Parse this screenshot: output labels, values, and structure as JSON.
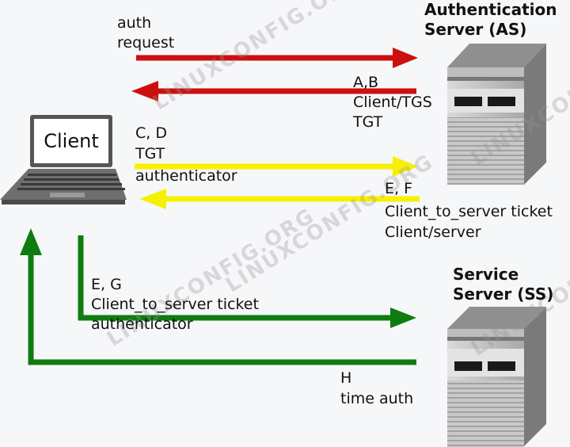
{
  "colors": {
    "red": "#cc1010",
    "yellow": "#f6f100",
    "green": "#0e7c0e"
  },
  "servers": {
    "as_title_line1": "Authentication",
    "as_title_line2": "Server (AS)",
    "ss_title_line1": "Service",
    "ss_title_line2": "Server (SS)"
  },
  "client": {
    "label": "Client"
  },
  "messages": {
    "auth_request": {
      "line1": "auth",
      "line2": "request"
    },
    "ab": {
      "line1": "A,B",
      "line2": "Client/TGS",
      "line3": "TGT"
    },
    "cd": {
      "line1": "C, D",
      "line2": "TGT",
      "line3": "authenticator"
    },
    "ef": {
      "line1": "E, F",
      "line2": "Client_to_server ticket",
      "line3": "Client/server"
    },
    "eg": {
      "line1": "E, G",
      "line2": "Client_to_server ticket",
      "line3": "authenticator"
    },
    "h": {
      "line1": "H",
      "line2": "time auth"
    }
  },
  "watermark": {
    "text": "LINUXCONFIG.ORG"
  }
}
